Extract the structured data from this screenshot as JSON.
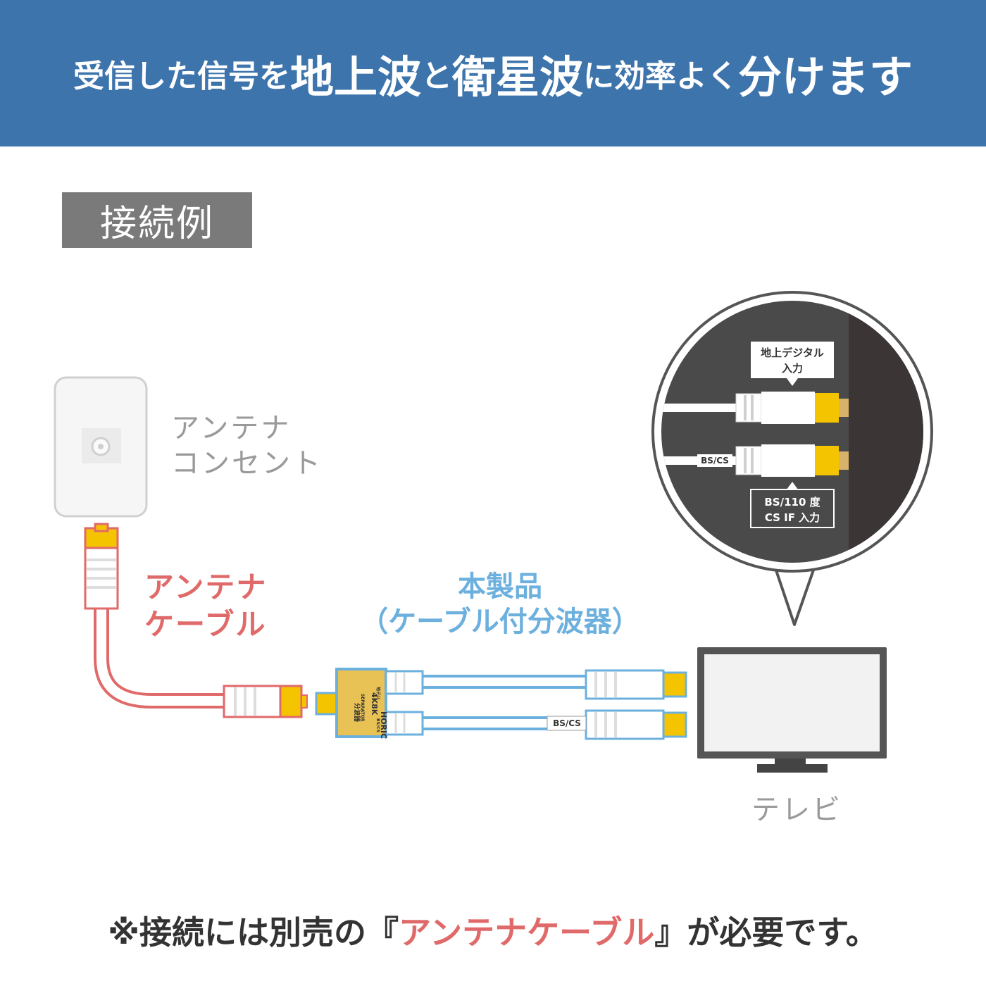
{
  "header": {
    "parts": [
      {
        "text": "受信した信号を",
        "size": "small"
      },
      {
        "text": "地上波",
        "size": "large"
      },
      {
        "text": "と",
        "size": "small"
      },
      {
        "text": "衛星波",
        "size": "large"
      },
      {
        "text": "に効率よく",
        "size": "small"
      },
      {
        "text": "分けます",
        "size": "large"
      }
    ]
  },
  "section_label": "接続例",
  "antenna_outlet": {
    "line1": "アンテナ",
    "line2": "コンセント"
  },
  "antenna_cable": {
    "line1": "アンテナ",
    "line2": "ケーブル"
  },
  "product": {
    "line1": "本製品",
    "line2": "（ケーブル付分波器）"
  },
  "splitter_body": {
    "brand": "HORIC",
    "badge": "4K8K",
    "name": "分波器",
    "sub": "SEPARATOR",
    "out_tv": "地デジ",
    "out_bs": "BS/CS"
  },
  "cable_tag": "BS/CS",
  "zoom": {
    "top_label_line1": "地上デジタル",
    "top_label_line2": "入力",
    "cable_tag": "BS/CS",
    "bottom_label_line1": "BS/110 度",
    "bottom_label_line2": "CS IF 入力"
  },
  "tv_label": "テレビ",
  "note": {
    "prefix": "※接続には別売の『",
    "highlight": "アンテナケーブル",
    "suffix": "』が必要です。"
  },
  "colors": {
    "header_bg": "#3d74ac",
    "section_bg": "#7a7a7a",
    "antenna_cable": "#e06a6a",
    "product_outline": "#6cb0de",
    "connector_gold": "#f4c400"
  }
}
